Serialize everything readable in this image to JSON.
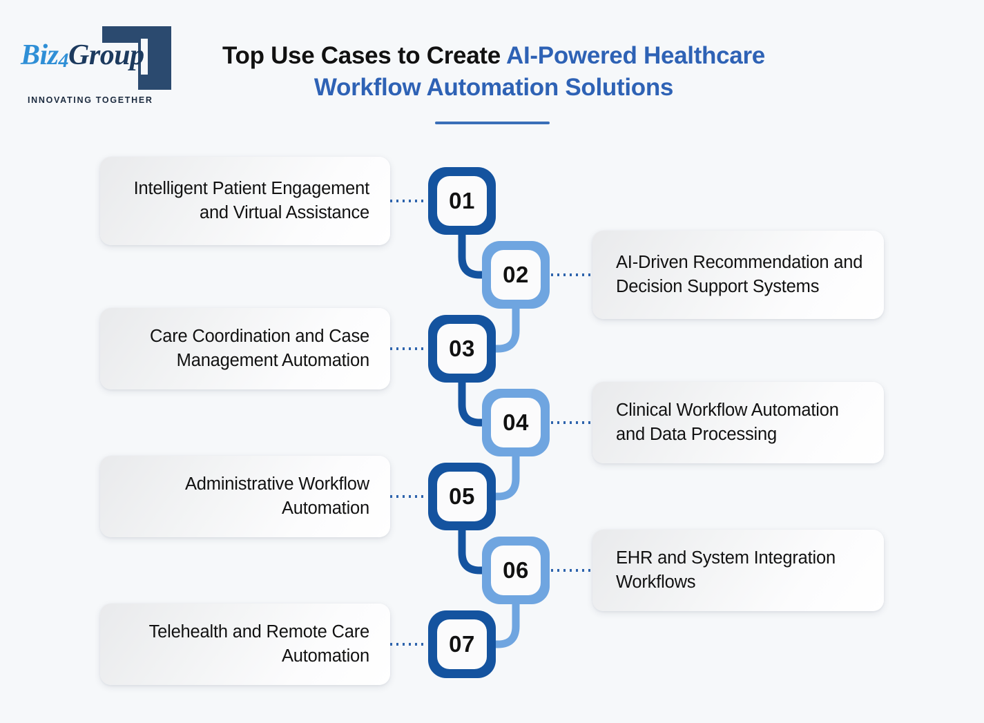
{
  "background_color": "#f6f8fa",
  "brand": {
    "logo_biz": "Biz",
    "logo_four": "4",
    "logo_group": "Group",
    "tagline": "INNOVATING TOGETHER",
    "mark_color": "#2b4a6f",
    "accent_color": "#2f8fd6"
  },
  "header": {
    "title_line1_dark": "Top Use Cases to Create ",
    "title_line1_blue": "AI-Powered Healthcare",
    "title_line2_blue": "Workflow Automation Solutions",
    "title_dark_color": "#111111",
    "title_blue_color": "#2e62b5",
    "underline_color": "#3a6fb8"
  },
  "colors": {
    "node_dark": "#14539f",
    "node_light": "#6fa5e0",
    "connector_dark": "#14539f",
    "connector_light": "#6fa5e0",
    "leader_dot": "#2d63ac",
    "card_text": "#111111"
  },
  "timeline": {
    "steps": [
      {
        "number": "01",
        "label": "Intelligent Patient Engagement and Virtual Assistance",
        "side": "left",
        "tone": "dark"
      },
      {
        "number": "02",
        "label": "AI-Driven Recommendation and Decision Support Systems",
        "side": "right",
        "tone": "light"
      },
      {
        "number": "03",
        "label": "Care Coordination and Case Management Automation",
        "side": "left",
        "tone": "dark"
      },
      {
        "number": "04",
        "label": "Clinical Workflow Automation and Data Processing",
        "side": "right",
        "tone": "light"
      },
      {
        "number": "05",
        "label": "Administrative Workflow Automation",
        "side": "left",
        "tone": "dark"
      },
      {
        "number": "06",
        "label": "EHR and System Integration Workflows",
        "side": "right",
        "tone": "light"
      },
      {
        "number": "07",
        "label": "Telehealth and Remote Care Automation",
        "side": "left",
        "tone": "dark"
      }
    ]
  }
}
